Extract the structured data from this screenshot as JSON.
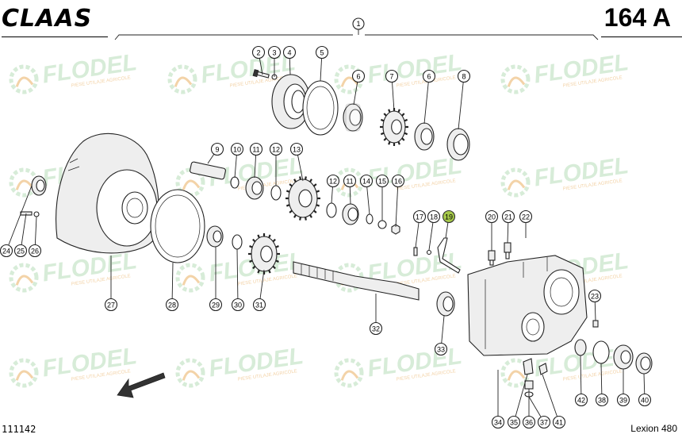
{
  "header": {
    "brand": "CLAAS",
    "plate_number": "164 A"
  },
  "footer": {
    "doc_number": "111142",
    "model": "Lexion 480"
  },
  "watermark": {
    "brand": "FLODEL",
    "tagline": "PIESE UTILAJE AGRICOLE"
  },
  "assembly_callout": "1",
  "highlighted_part": "19",
  "callouts": [
    "2",
    "3",
    "4",
    "5",
    "6",
    "7",
    "6",
    "8",
    "9",
    "10",
    "11",
    "12",
    "13",
    "12",
    "11",
    "14",
    "15",
    "16",
    "17",
    "18",
    "19",
    "20",
    "21",
    "22",
    "23",
    "24",
    "25",
    "26",
    "27",
    "28",
    "29",
    "30",
    "31",
    "32",
    "33",
    "34",
    "35",
    "36",
    "37",
    "38",
    "39",
    "40",
    "41",
    "42"
  ],
  "colors": {
    "highlight": "#a6c94a",
    "watermark_green": "#d7ecd8",
    "watermark_orange": "#f3d3a8"
  },
  "icons": [
    "direction-arrow-icon",
    "gear-icon"
  ]
}
